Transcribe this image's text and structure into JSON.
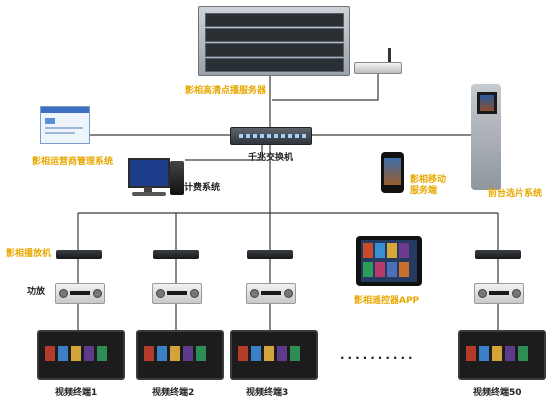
{
  "diagram": {
    "server_label": "影相高清点播服务器",
    "switch_label": "千兆交换机",
    "mgmt_label": "影相运营商管理系统",
    "billing_label": "计费系统",
    "mobile_label_line1": "影相移动",
    "mobile_label_line2": "服务端",
    "kiosk_label": "前台选片系统",
    "player_label": "影相播放机",
    "amp_label": "功放",
    "remote_app_label": "影相遥控器APP",
    "ellipsis": "··········",
    "terminals": [
      "视频终端1",
      "视频终端2",
      "视频终端3",
      "视频终端50"
    ]
  },
  "colors": {
    "label_yellow": "#e8a800",
    "label_black": "#222222",
    "wire": "#3a3a3a"
  }
}
